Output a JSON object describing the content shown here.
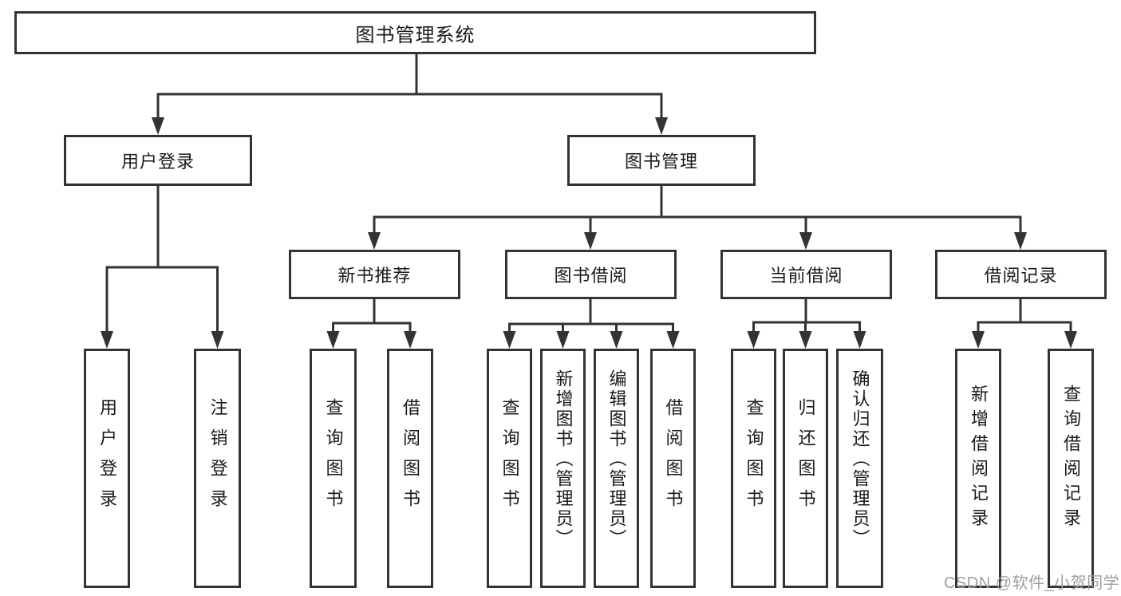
{
  "diagram": {
    "title": "图书管理系统",
    "nodes": {
      "root": {
        "label": "图书管理系统",
        "children": [
          "user_login",
          "book_management"
        ]
      },
      "user_login": {
        "label": "用户登录",
        "children": [
          "login",
          "logout"
        ]
      },
      "book_management": {
        "label": "图书管理",
        "children": [
          "new_book_recommend",
          "book_borrow",
          "current_borrow",
          "borrow_records"
        ]
      },
      "new_book_recommend": {
        "label": "新书推荐",
        "children": [
          "nb_query_books",
          "nb_borrow_books"
        ]
      },
      "book_borrow": {
        "label": "图书借阅",
        "children": [
          "bb_query_books",
          "bb_add_books",
          "bb_edit_books",
          "bb_borrow_books"
        ]
      },
      "current_borrow": {
        "label": "当前借阅",
        "children": [
          "cb_query_books",
          "cb_return_books",
          "cb_confirm_return"
        ]
      },
      "borrow_records": {
        "label": "借阅记录",
        "children": [
          "br_add_record",
          "br_query_record"
        ]
      },
      "login": {
        "label": "用户登录"
      },
      "logout": {
        "label": "注销登录"
      },
      "nb_query_books": {
        "label": "查询图书"
      },
      "nb_borrow_books": {
        "label": "借阅图书"
      },
      "bb_query_books": {
        "label": "查询图书"
      },
      "bb_add_books": {
        "label": "新增图书（管理员）"
      },
      "bb_edit_books": {
        "label": "编辑图书（管理员）"
      },
      "bb_borrow_books": {
        "label": "借阅图书"
      },
      "cb_query_books": {
        "label": "查询图书"
      },
      "cb_return_books": {
        "label": "归还图书"
      },
      "cb_confirm_return": {
        "label": "确认归还（管理员）"
      },
      "br_add_record": {
        "label": "新增借阅记录"
      },
      "br_query_record": {
        "label": "查询借阅记录"
      }
    }
  },
  "watermark": {
    "text": "CSDN @软件_小贺同学"
  },
  "colors": {
    "line": "#333333",
    "text": "#1a1a1a",
    "background": "#ffffff",
    "watermark": "#9f9f9f"
  }
}
